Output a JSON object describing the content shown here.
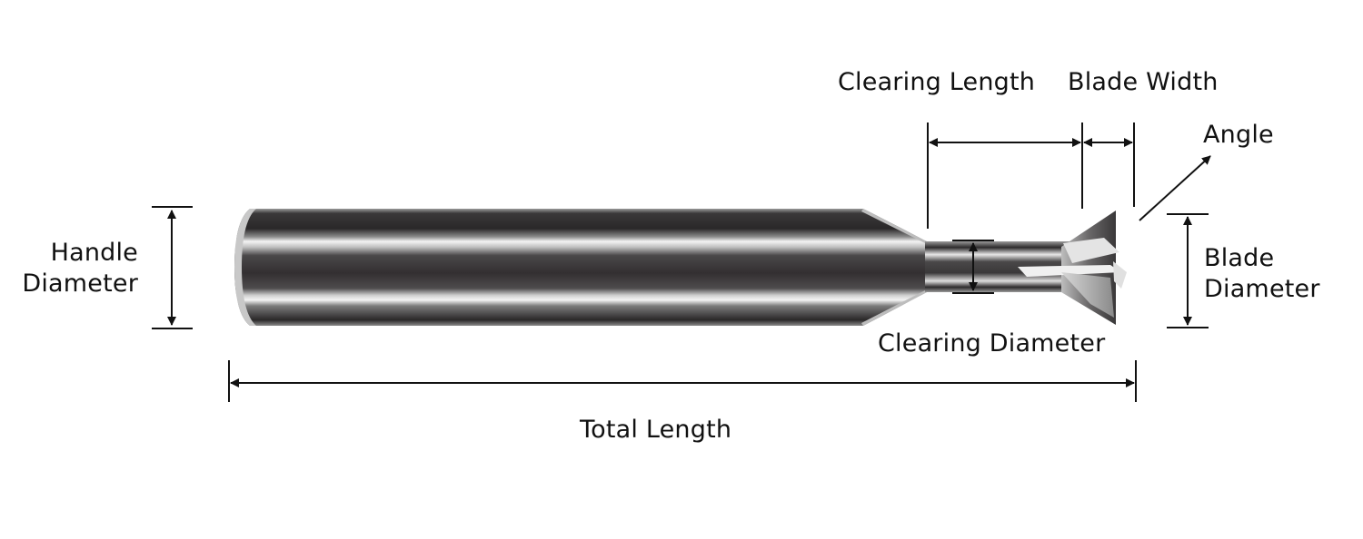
{
  "diagram": {
    "title": "Dovetail cutter dimension diagram",
    "subject": "dovetail-end-mill",
    "labels": {
      "handle_diameter_line1": "Handle",
      "handle_diameter_line2": "Diameter",
      "clearing_length": "Clearing Length",
      "blade_width": "Blade Width",
      "angle": "Angle",
      "blade_diameter_line1": "Blade",
      "blade_diameter_line2": "Diameter",
      "clearing_diameter": "Clearing Diameter",
      "total_length": "Total Length"
    },
    "colors": {
      "background": "#ffffff",
      "line": "#111111",
      "steel_dark": "#2a2829",
      "steel_mid": "#5a5859",
      "steel_highlight": "#f2f2f2"
    }
  }
}
